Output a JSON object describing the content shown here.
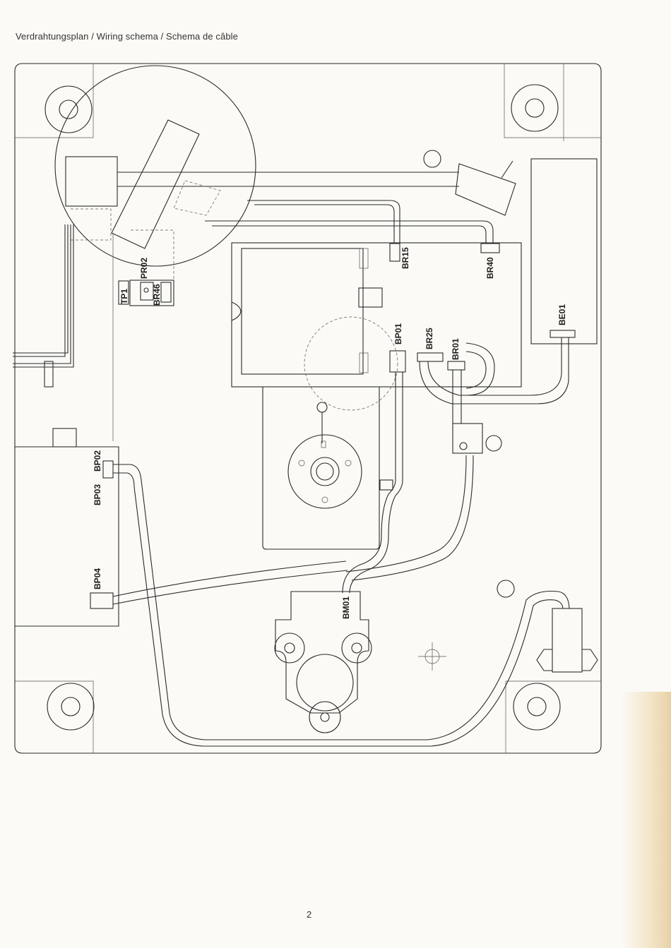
{
  "page": {
    "title": "Verdrahtungsplan / Wiring schema / Schema de câble",
    "page_number": "2"
  },
  "labels": {
    "tp1": "TP1",
    "pr02": "PR02",
    "br46": "BR46",
    "br15": "BR15",
    "br40": "BR40",
    "be01": "BE01",
    "bp01": "BP01",
    "br25": "BR25",
    "br01": "BR01",
    "bp02": "BP02",
    "bp03": "BP03",
    "bp04": "BP04",
    "bm01": "BM01"
  }
}
